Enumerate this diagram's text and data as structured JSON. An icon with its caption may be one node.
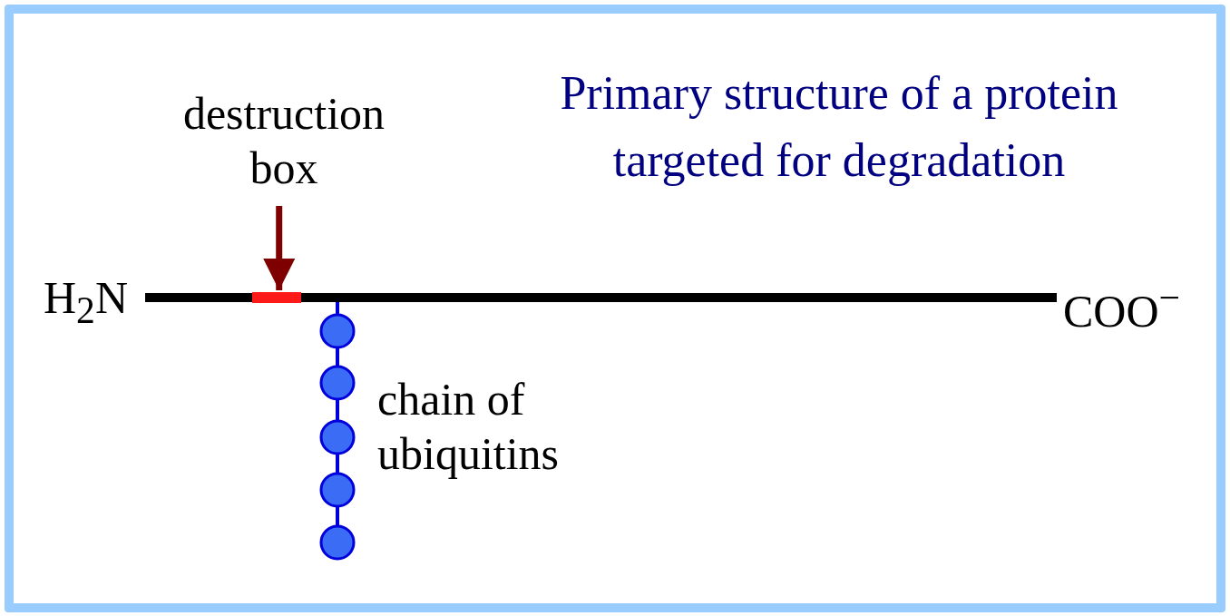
{
  "diagram": {
    "title": "Primary structure of a protein targeted for degradation",
    "nodes": [
      {
        "text": [
          "destruction box"
        ]
      },
      {
        "text": [],
        "shape": "bar"
      }
    ],
    "edges": [
      {
        "from": 0,
        "to": 1,
        "arrow": "to",
        "color": "#7f0000"
      }
    ],
    "labels": [
      "H$_{2}$N",
      "COO$^{−}$",
      "chain of ubiquitins"
    ]
  }
}
